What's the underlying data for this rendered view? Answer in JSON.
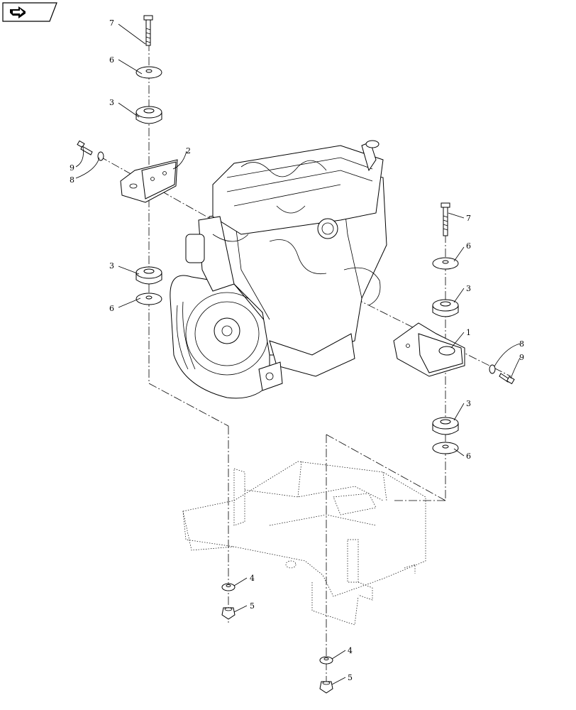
{
  "navigation": {
    "icon": "arrow-right-icon"
  },
  "callouts": [
    {
      "id": "c7a",
      "label": "7"
    },
    {
      "id": "c6a",
      "label": "6"
    },
    {
      "id": "c3a",
      "label": "3"
    },
    {
      "id": "c2",
      "label": "2"
    },
    {
      "id": "c9a",
      "label": "9"
    },
    {
      "id": "c8a",
      "label": "8"
    },
    {
      "id": "c3b",
      "label": "3"
    },
    {
      "id": "c6b",
      "label": "6"
    },
    {
      "id": "c7b",
      "label": "7"
    },
    {
      "id": "c6c",
      "label": "6"
    },
    {
      "id": "c3c",
      "label": "3"
    },
    {
      "id": "c1",
      "label": "1"
    },
    {
      "id": "c8b",
      "label": "8"
    },
    {
      "id": "c9b",
      "label": "9"
    },
    {
      "id": "c3d",
      "label": "3"
    },
    {
      "id": "c6d",
      "label": "6"
    },
    {
      "id": "c4a",
      "label": "4"
    },
    {
      "id": "c5a",
      "label": "5"
    },
    {
      "id": "c4b",
      "label": "4"
    },
    {
      "id": "c5b",
      "label": "5"
    }
  ]
}
